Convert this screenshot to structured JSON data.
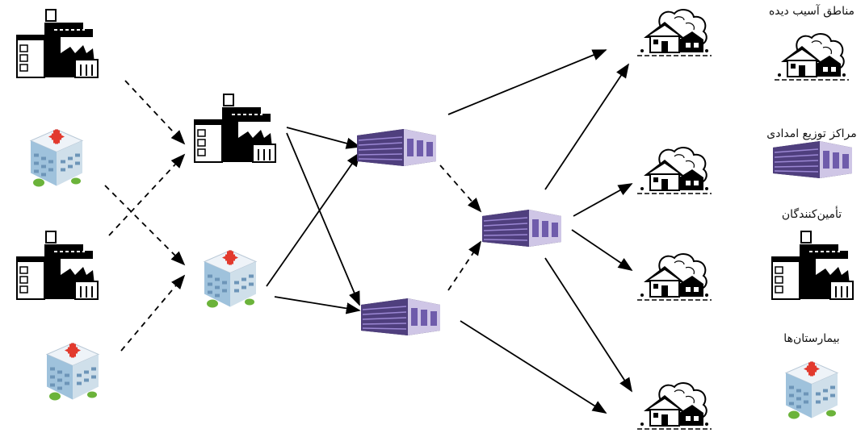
{
  "legend": {
    "affected_areas": "مناطق آسیب دیده",
    "relief_centers": "مراکز توزیع امدادی",
    "suppliers": "تأمین‌کنندگان",
    "hospitals": "بیمارستان‌ها"
  },
  "nodes": [
    {
      "id": "supplier-1",
      "kind": "factory"
    },
    {
      "id": "hospital-1",
      "kind": "hospital"
    },
    {
      "id": "supplier-2",
      "kind": "factory"
    },
    {
      "id": "hospital-2",
      "kind": "hospital"
    },
    {
      "id": "supplier-hub",
      "kind": "factory"
    },
    {
      "id": "hospital-hub",
      "kind": "hospital"
    },
    {
      "id": "center-1",
      "kind": "warehouse"
    },
    {
      "id": "center-2",
      "kind": "warehouse"
    },
    {
      "id": "center-3",
      "kind": "warehouse"
    },
    {
      "id": "area-1",
      "kind": "house"
    },
    {
      "id": "area-2",
      "kind": "house"
    },
    {
      "id": "area-3",
      "kind": "house"
    },
    {
      "id": "area-4",
      "kind": "house"
    }
  ],
  "edges": [
    {
      "from": "supplier-1",
      "to": "supplier-hub",
      "style": "dashed"
    },
    {
      "from": "hospital-1",
      "to": "hospital-hub",
      "style": "dashed"
    },
    {
      "from": "supplier-2",
      "to": "supplier-hub",
      "style": "dashed"
    },
    {
      "from": "hospital-2",
      "to": "hospital-hub",
      "style": "dashed"
    },
    {
      "from": "supplier-hub",
      "to": "center-1",
      "style": "solid"
    },
    {
      "from": "supplier-hub",
      "to": "center-2",
      "style": "solid"
    },
    {
      "from": "hospital-hub",
      "to": "center-1",
      "style": "solid"
    },
    {
      "from": "hospital-hub",
      "to": "center-2",
      "style": "solid"
    },
    {
      "from": "center-1",
      "to": "center-3",
      "style": "dashed"
    },
    {
      "from": "center-2",
      "to": "center-3",
      "style": "dashed"
    },
    {
      "from": "center-1",
      "to": "area-1",
      "style": "solid"
    },
    {
      "from": "center-3",
      "to": "area-1",
      "style": "solid"
    },
    {
      "from": "center-3",
      "to": "area-2",
      "style": "solid"
    },
    {
      "from": "center-3",
      "to": "area-3",
      "style": "solid"
    },
    {
      "from": "center-3",
      "to": "area-4",
      "style": "solid"
    },
    {
      "from": "center-2",
      "to": "area-4",
      "style": "solid"
    }
  ]
}
